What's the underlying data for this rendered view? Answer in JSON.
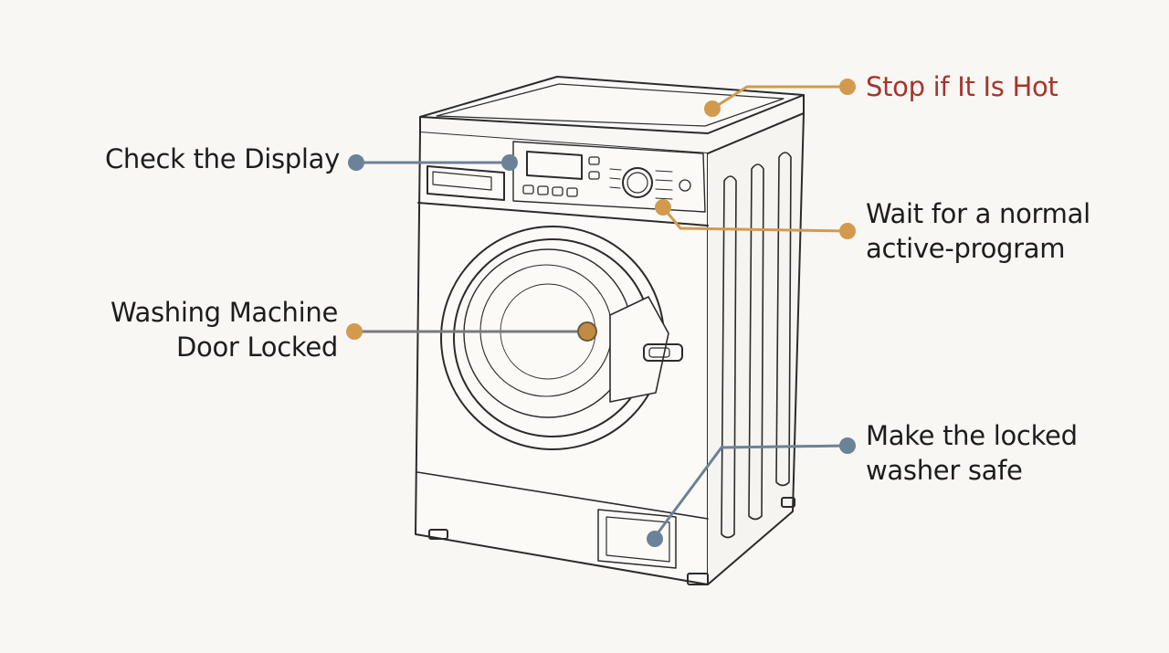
{
  "callouts": {
    "check_display": {
      "text": "Check the Display"
    },
    "door_locked": {
      "line1": "Washing Machine",
      "line2": "Door Locked"
    },
    "stop_hot": {
      "text": "Stop if It Is Hot"
    },
    "wait_program": {
      "line1": "Wait for a normal",
      "line2": "active-program"
    },
    "make_safe": {
      "line1": "Make the locked",
      "line2": "washer safe"
    }
  },
  "colors": {
    "blue_marker": "#6b8298",
    "gold_marker": "#d39a4f",
    "hot_text": "#a4352c",
    "ink": "#2b2b2b",
    "background": "#f8f7f3"
  }
}
